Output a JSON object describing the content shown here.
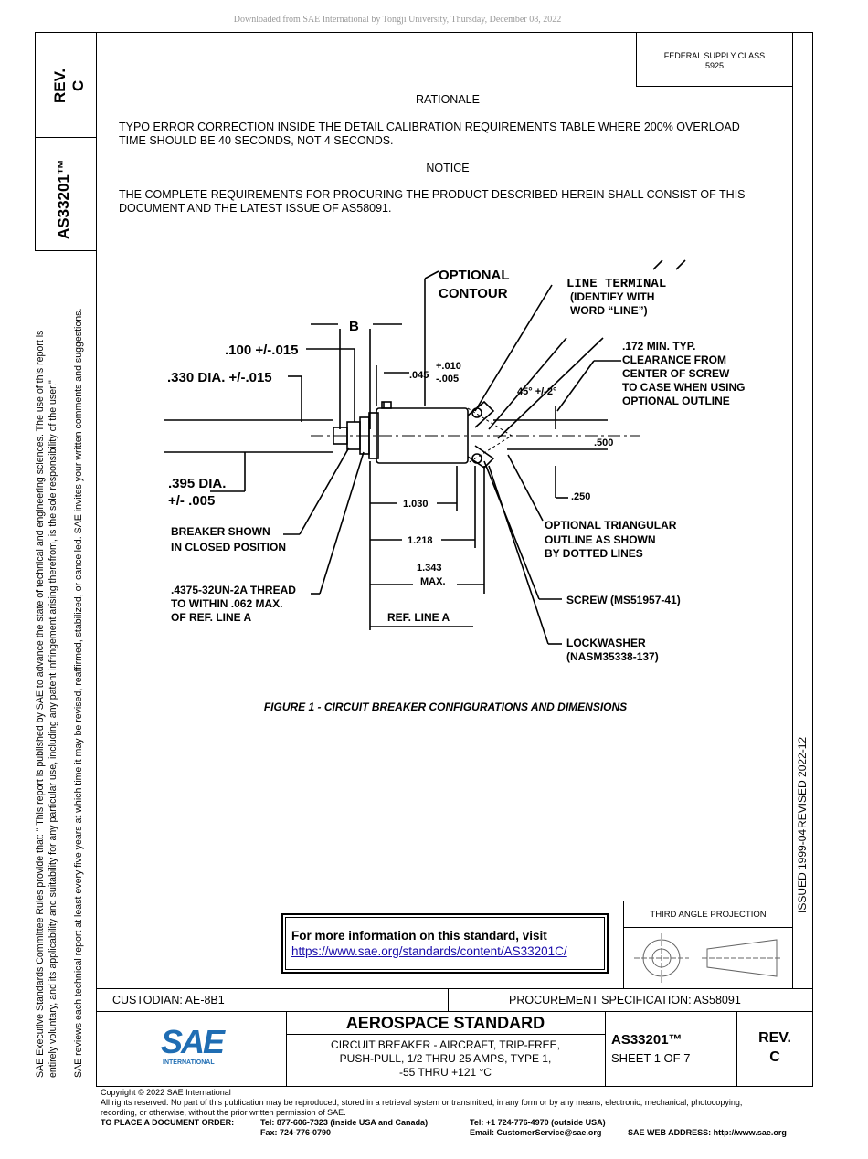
{
  "download_notice": "Downloaded from SAE International by Tongji University, Thursday, December 08, 2022",
  "header_box": {
    "rev": "REV.",
    "rev_letter": "C",
    "doc_number": "AS33201™"
  },
  "supply_class": {
    "line1": "FEDERAL SUPPLY CLASS",
    "line2": "5925"
  },
  "rationale": {
    "heading": "RATIONALE",
    "text_line1": "TYPO ERROR CORRECTION INSIDE THE DETAIL CALIBRATION REQUIREMENTS TABLE WHERE 200% OVERLOAD",
    "text_line2": "TIME SHOULD BE 40 SECONDS, NOT 4 SECONDS."
  },
  "notice": {
    "heading": "NOTICE",
    "text_line1": "THE COMPLETE REQUIREMENTS FOR PROCURING THE PRODUCT DESCRIBED HEREIN SHALL CONSIST OF THIS",
    "text_line2": "DOCUMENT AND THE LATEST ISSUE OF AS58091."
  },
  "figure": {
    "caption": "FIGURE 1 - CIRCUIT BREAKER CONFIGURATIONS AND DIMENSIONS",
    "labels": {
      "optional_contour_1": "OPTIONAL",
      "optional_contour_2": "CONTOUR",
      "line_terminal_1": "LINE TERMINAL",
      "line_terminal_2": "(IDENTIFY WITH",
      "line_terminal_3": "WORD “LINE”)",
      "dim_b": "B",
      "dim_100": ".100 +/-.015",
      "dim_330": ".330 DIA. +/-.015",
      "dim_045": ".045",
      "dim_010": "+.010",
      "dim_005": "-.005",
      "clearance_1": ".172 MIN. TYP.",
      "clearance_2": "CLEARANCE FROM",
      "clearance_3": "CENTER OF SCREW",
      "clearance_4": "TO CASE WHEN USING",
      "clearance_5": "OPTIONAL OUTLINE",
      "angle": "45° +/-2°",
      "dim_500": ".500",
      "dim_395_1": ".395 DIA.",
      "dim_395_2": "+/- .005",
      "dim_250": ".250",
      "dim_1030": "1.030",
      "dim_1218": "1.218",
      "dim_1343_1": "1.343",
      "dim_1343_2": "MAX.",
      "breaker_1": "BREAKER SHOWN",
      "breaker_2": "IN CLOSED POSITION",
      "triangular_1": "OPTIONAL TRIANGULAR",
      "triangular_2": "OUTLINE AS SHOWN",
      "triangular_3": "BY DOTTED LINES",
      "thread_1": ".4375-32UN-2A THREAD",
      "thread_2": "TO WITHIN .062 MAX.",
      "thread_3": "OF REF. LINE A",
      "screw": "SCREW (MS51957-41)",
      "ref_line": "REF. LINE A",
      "lockwasher_1": "LOCKWASHER",
      "lockwasher_2": "(NASM35338-137)"
    }
  },
  "left_margin": {
    "line1": "SAE Executive Standards Committee Rules provide that: \"  This report is published by SAE to advance the state of technical and engineering sciences. The use of this report is",
    "line2": "entirely voluntary, and its applicability and suitability for any particular use, including any patent infringement arising therefrom, is the sole responsibility of the user.\"",
    "line3": "SAE reviews each technical report at least every five years at which time it may be revised, reaffirmed, stabilized, or cancelled.  SAE invites your written comments and suggestions."
  },
  "right_margin": {
    "issued": "ISSUED 1999-04",
    "revised": "REVISED 2022-12"
  },
  "info_box": {
    "text": "For more information on this standard, visit",
    "link": "https://www.sae.org/standards/content/AS33201C/"
  },
  "projection": {
    "label": "THIRD ANGLE PROJECTION"
  },
  "title_block": {
    "custodian": "CUSTODIAN: AE-8B1",
    "procurement": "PROCUREMENT SPECIFICATION: AS58091",
    "logo_text": "SAE",
    "logo_sub": "INTERNATIONAL",
    "heading": "AEROSPACE STANDARD",
    "desc_line1": "CIRCUIT BREAKER - AIRCRAFT, TRIP-FREE,",
    "desc_line2": "PUSH-PULL, 1/2 THRU 25 AMPS, TYPE 1,",
    "desc_line3": "-55 THRU +121 °C",
    "doc_number": "AS33201™",
    "sheet": "SHEET 1 OF 7",
    "rev": "REV.",
    "rev_letter": "C"
  },
  "footer": {
    "copyright": "Copyright © 2022 SAE International",
    "rights_line1": "All rights reserved. No part of this publication may be reproduced, stored in a retrieval system or transmitted, in any form or by any means, electronic, mechanical, photocopying,",
    "rights_line2": "recording, or otherwise, without the prior written permission of SAE.",
    "order_label": "TO PLACE A DOCUMENT ORDER:",
    "tel_us": "Tel:  877-606-7323 (inside USA and Canada)",
    "fax": "Fax: 724-776-0790",
    "tel_intl": "Tel:  +1 724-776-4970 (outside USA)",
    "email": "Email: CustomerService@sae.org",
    "web": "SAE WEB ADDRESS: http://www.sae.org"
  }
}
